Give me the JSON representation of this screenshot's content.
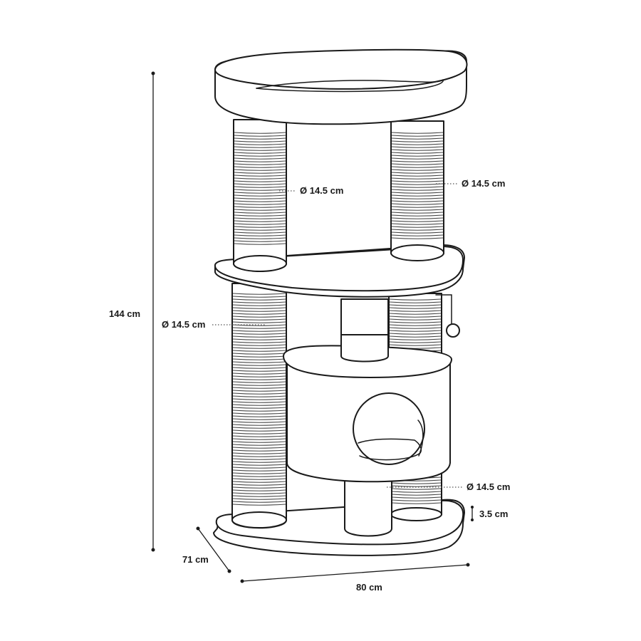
{
  "dimensions": {
    "height": "144 cm",
    "depth": "71 cm",
    "width": "80 cm",
    "base_thickness": "3.5 cm",
    "post_upper_left": "Ø 14.5 cm",
    "post_upper_right": "Ø 14.5 cm",
    "post_middle_left": "Ø 14.5 cm",
    "post_lower_right": "Ø 14.5 cm"
  },
  "colors": {
    "line": "#1a1a1a",
    "background": "#ffffff"
  }
}
